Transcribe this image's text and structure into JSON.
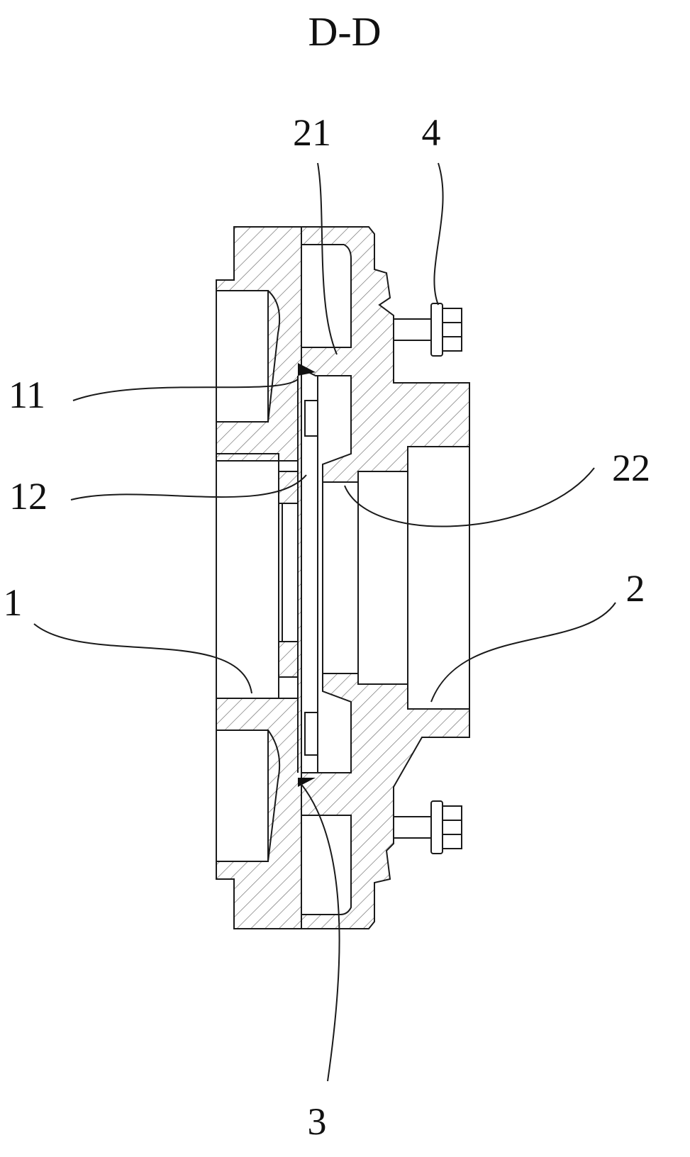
{
  "title": "D-D",
  "labels": {
    "l21": "21",
    "l4": "4",
    "l11": "11",
    "l12": "12",
    "l22": "22",
    "l1": "1",
    "l2": "2",
    "l3": "3"
  },
  "colors": {
    "line": "#1a1a1a",
    "hatch": "#6a6a6a",
    "seal": "#111111",
    "background": "#ffffff"
  }
}
